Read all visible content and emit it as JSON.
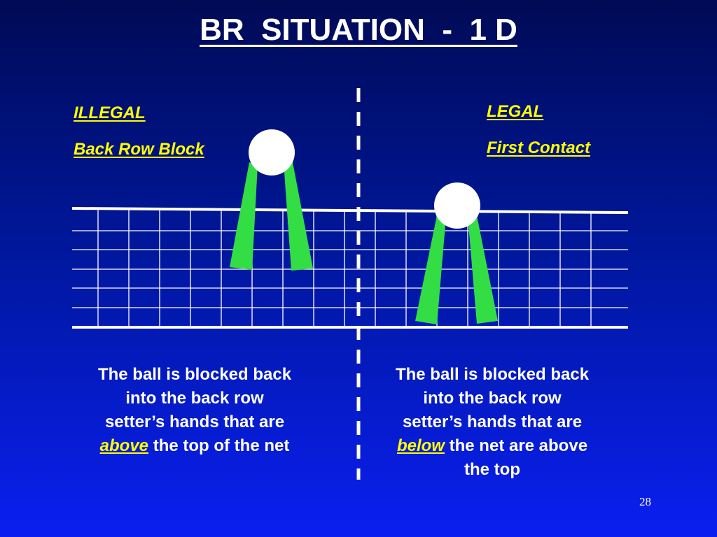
{
  "slide": {
    "title": "BR  SITUATION  -  1 D",
    "page_number": "28"
  },
  "left": {
    "verdict": "ILLEGAL",
    "situation": "Back Row Block",
    "caption": {
      "before": "The ball is blocked back into the back row setter’s hands that are ",
      "emphasis": "above",
      "after": " the top of the net"
    }
  },
  "right": {
    "verdict": "LEGAL",
    "situation": "First Contact",
    "caption": {
      "before": "The ball is blocked back into the back row setter’s hands that are ",
      "emphasis": "below",
      "after": " the net are above the top"
    }
  },
  "colors": {
    "highlight": "#ffff00",
    "arms": "#33dd44",
    "net": "#ffffff",
    "ball": "#ffffff"
  }
}
